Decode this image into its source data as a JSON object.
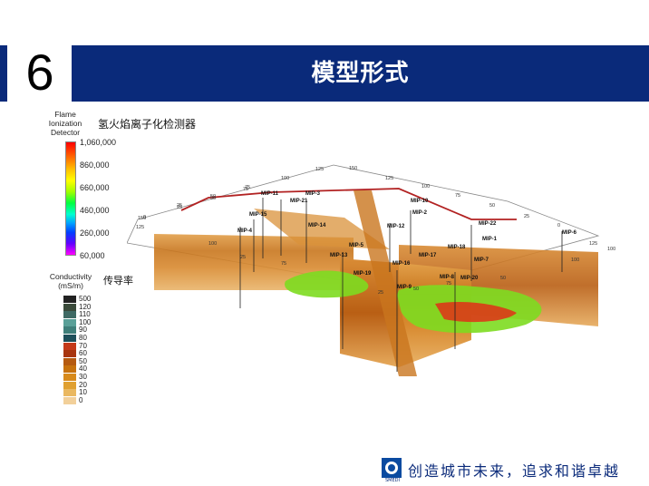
{
  "header": {
    "section_number": "6",
    "title": "模型形式"
  },
  "fid_legend": {
    "label_lines": [
      "Flame",
      "Ionization",
      "Detector"
    ],
    "label_cn": "氢火焰离子化检测器",
    "ticks": [
      "1,060,000",
      "860,000",
      "660,000",
      "460,000",
      "260,000",
      "60,000"
    ]
  },
  "conductivity_legend": {
    "label_lines": [
      "Conductivity",
      "(mS/m)"
    ],
    "label_cn": "传导率",
    "ticks": [
      "500",
      "120",
      "110",
      "100",
      "90",
      "80",
      "70",
      "60",
      "50",
      "40",
      "30",
      "20",
      "10",
      "0"
    ],
    "colors": [
      "#222222",
      "#3a4a3a",
      "#3f6a64",
      "#5aa098",
      "#3f7f7a",
      "#1d4f5a",
      "#c43a1a",
      "#a8350f",
      "#b55a10",
      "#c7720d",
      "#d88a1a",
      "#e0a030",
      "#eab860",
      "#f2d09a"
    ]
  },
  "model": {
    "wells": [
      "MIP-11",
      "MIP-3",
      "MIP-21",
      "MIP-15",
      "MIP-4",
      "MIP-14",
      "MIP-10",
      "MIP-2",
      "MIP-12",
      "MIP-22",
      "MIP-1",
      "MIP-6",
      "MIP-5",
      "MIP-13",
      "MIP-19",
      "MIP-16",
      "MIP-17",
      "MIP-18",
      "MIP-7",
      "MIP-8",
      "MIP-20",
      "MIP-9"
    ],
    "grid_numbers": [
      "150",
      "125",
      "100",
      "75",
      "50",
      "25",
      "0",
      "150",
      "125",
      "100",
      "75",
      "50",
      "25",
      "0",
      "25",
      "50",
      "75",
      "100",
      "125",
      "100",
      "75",
      "50",
      "25",
      "25",
      "50",
      "75",
      "100",
      "125"
    ]
  },
  "footer": {
    "logo_text": "SMEDI",
    "slogan": "创造城市未来，追求和谐卓越"
  }
}
